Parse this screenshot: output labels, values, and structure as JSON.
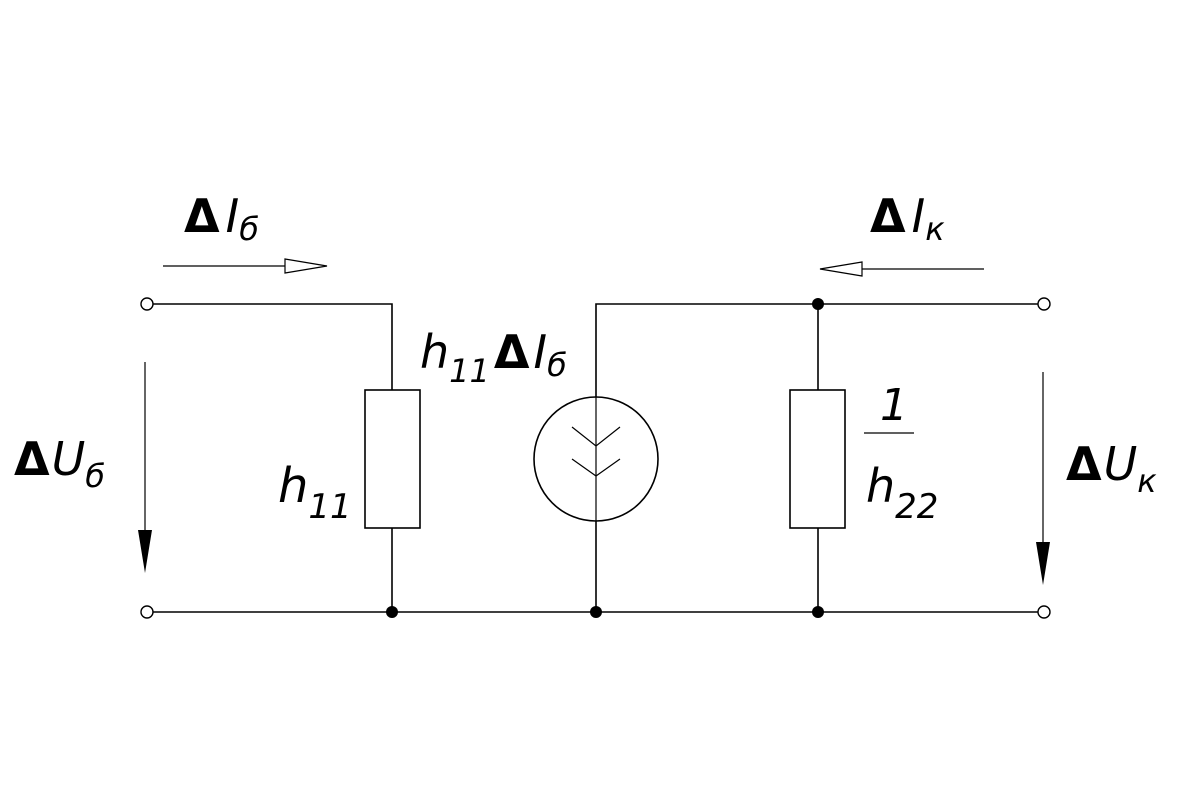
{
  "input_current": {
    "delta": "Δ",
    "symbol": "I",
    "subscript": "б"
  },
  "output_current": {
    "delta": "Δ",
    "symbol": "I",
    "subscript": "к"
  },
  "input_voltage": {
    "delta": "Δ",
    "symbol": "U",
    "subscript": "б"
  },
  "output_voltage": {
    "delta": "Δ",
    "symbol": "U",
    "subscript": "к"
  },
  "r_input": {
    "symbol": "h",
    "subscript": "11"
  },
  "current_source": {
    "coef": "h",
    "coef_sub": "11",
    "delta": "Δ",
    "symbol": "I",
    "subscript": "б"
  },
  "r_output": {
    "numerator": "1",
    "symbol": "h",
    "subscript": "22"
  }
}
